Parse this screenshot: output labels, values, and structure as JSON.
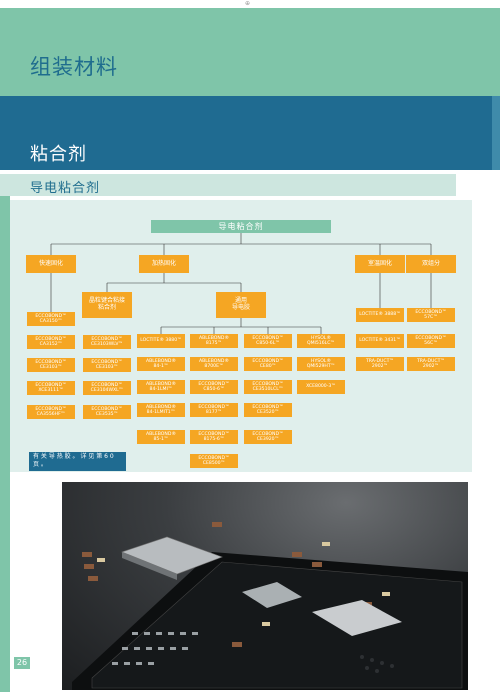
{
  "header": {
    "section_title": "组装材料",
    "subsection_title": "粘合剂",
    "topic_title": "导电粘合剂"
  },
  "diagram": {
    "root": "导电粘合剂",
    "categories": {
      "fast_cure": "快速固化",
      "heat_cure": "加热固化",
      "room_temp_cure": "室温固化",
      "two_part": "双组分",
      "die_attach": "晶粒键合粘接\n粘合剂",
      "general": "通用\n导电胶"
    },
    "products": {
      "fast_1": "ECCOBOND™\nCA3150™",
      "fast_2": "ECCOBOND™\nCA3152™",
      "fast_3": "ECCOBOND™\nCE3103™",
      "fast_4": "ECCOBOND™\nXCE3111™",
      "fast_5": "ECCOBOND™\nCA3556HF™",
      "die_1": "ECCOBOND™\nCE3103WLV™",
      "die_2": "ECCOBOND™\nCE3103™",
      "die_3": "ECCOBOND™\nCE3104WXL™",
      "die_4": "ECCOBOND™\nCE3535™",
      "gen_c1_1": "LOCTITE® 3880™",
      "gen_c1_2": "ABLEBOND®\n84-1™",
      "gen_c1_3": "ABLEBOND®\n84-1LMI™",
      "gen_c1_4": "ABLEBOND®\n84-1LMIT1™",
      "gen_c1_5": "ABLEBOND®\n85-1™",
      "gen_c2_1": "ABLEBOND®\n8175™",
      "gen_c2_2": "ABLEBOND®\n8700E™",
      "gen_c2_3": "ECCOBOND™\nC850-6™",
      "gen_c2_4": "ECCOBOND™\n8177™",
      "gen_c2_5": "ECCOBOND™\n8175-6™",
      "gen_c2_6": "ECCOBOND™\nCE8500™",
      "gen_c3_1": "ECCOBOND™\nC850-6L™",
      "gen_c3_2": "ECCOBOND™\nCE80™",
      "gen_c3_3": "ECCOBOND™\nCE3510LCL™",
      "gen_c3_4": "ECCOBOND™\nCE3520™",
      "gen_c3_5": "ECCOBOND™\nCE3920™",
      "gen_c4_1": "HYSOL®\nQMI516LC™",
      "gen_c4_2": "HYSOL®\nQMI529HT™",
      "gen_c4_3": "XCE8000-3™",
      "rt_1": "LOCTITE® 3888™",
      "rt_2": "LOCTITE® 3431™",
      "rt_3": "TRA-DUCT™\n2902™",
      "tp_1": "ECCOBOND™\n57C™",
      "tp_2": "ECCOBOND™\n56C™",
      "tp_3": "TRA-DUCT™\n2902™"
    },
    "note": "有 关 导 热 胶 。 详 见 第 6 0\n页 。"
  },
  "photo": {
    "alt": "电路板组装照片"
  },
  "page_number": "26",
  "colors": {
    "mint": "#7fc5a9",
    "teal_blue": "#1f6b91",
    "orange": "#f5a623",
    "diagram_bg": "#e0efec"
  }
}
